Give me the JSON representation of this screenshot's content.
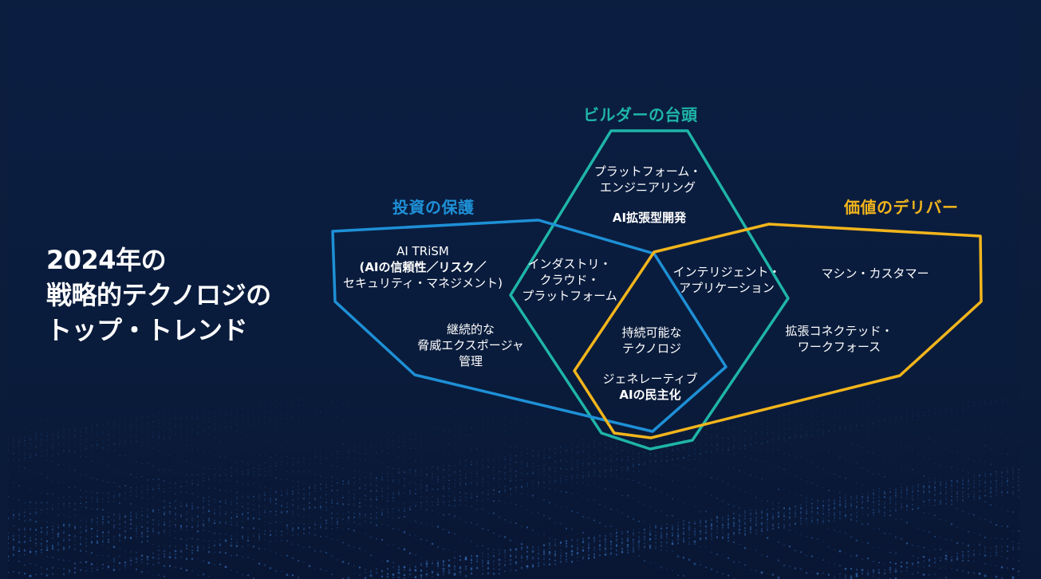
{
  "title": {
    "line1": "2024年の",
    "line2": "戦略的テクノロジの",
    "line3": "トップ・トレンド"
  },
  "groups": {
    "builders": {
      "label": "ビルダーの台頭",
      "color": "#1fb5a8"
    },
    "protect": {
      "label": "投資の保護",
      "color": "#1e90d6"
    },
    "deliver": {
      "label": "価値のデリバー",
      "color": "#f2b51c"
    }
  },
  "trends": {
    "platform_eng": {
      "l1": "プラットフォーム・",
      "l2": "エンジニアリング"
    },
    "ai_dev": {
      "l1": "AI拡張型開発"
    },
    "trism": {
      "l1": "AI TRiSM",
      "l2": "(AIの信頼性／リスク／",
      "l3": "セキュリティ・マネジメント)"
    },
    "industry_cloud": {
      "l1": "インダストリ・",
      "l2": "クラウド・",
      "l3": "プラットフォーム"
    },
    "intelligent_apps": {
      "l1": "インテリジェント・",
      "l2": "アプリケーション"
    },
    "machine_customers": {
      "l1": "マシン・カスタマー"
    },
    "ctem": {
      "l1": "継続的な",
      "l2": "脅威エクスポージャ",
      "l3": "管理"
    },
    "sustainable": {
      "l1": "持続可能な",
      "l2": "テクノロジ"
    },
    "genai": {
      "l1": "ジェネレーティブ",
      "l2": "AIの民主化"
    },
    "connected_workforce": {
      "l1": "拡張コネクテッド・",
      "l2": "ワークフォース"
    }
  }
}
